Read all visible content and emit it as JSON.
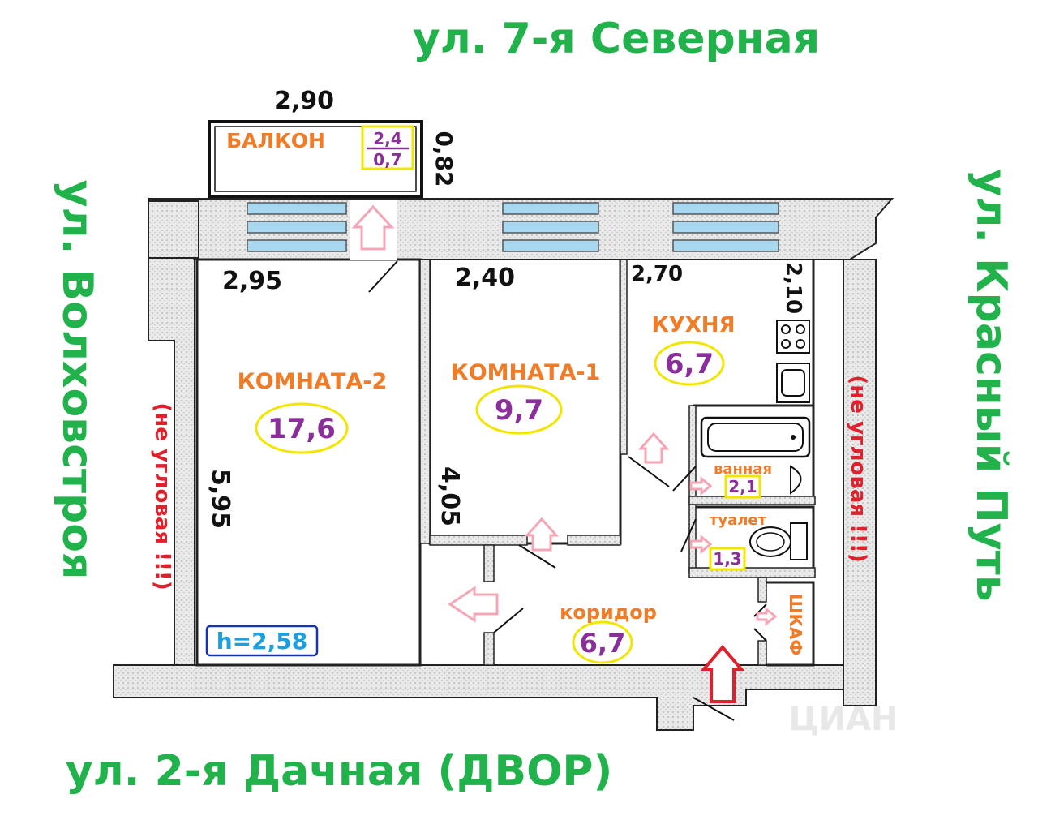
{
  "streets": {
    "top": "ул. 7-я Северная",
    "bottom": "ул. 2-я Дачная (ДВОР)",
    "left": "ул. Волховстроя",
    "right": "ул. Красный  Путь"
  },
  "notes": {
    "left": "(не угловая !!!)",
    "right": "(не угловая !!!)"
  },
  "rooms": {
    "balcony": {
      "label": "БАЛКОН",
      "area_top": "2,4",
      "area_bottom": "0,7"
    },
    "room2": {
      "label": "КОМНАТА-2",
      "area": "17,6"
    },
    "room1": {
      "label": "КОМНАТА-1",
      "area": "9,7"
    },
    "kitchen": {
      "label": "КУХНЯ",
      "area": "6,7"
    },
    "bath": {
      "label": "ванная",
      "area": "2,1"
    },
    "toilet": {
      "label": "туалет",
      "area": "1,3"
    },
    "corridor": {
      "label": "коридор",
      "area": "6,7"
    },
    "closet": {
      "label": "ШКАФ"
    }
  },
  "dimensions": {
    "balcony_width": "2,90",
    "balcony_depth": "0,82",
    "room2_width": "2,95",
    "room2_length": "5,95",
    "room1_width": "2,40",
    "room1_length": "4,05",
    "kitchen_width": "2,70",
    "kitchen_length": "2,10"
  },
  "ceiling_height": "h=2,58",
  "watermark": "ЦИАН",
  "colors": {
    "street": "#22b24c",
    "room_label": "#f07c28",
    "area": "#8a2e9a",
    "area_outline": "#f2e600",
    "note": "#e0202a",
    "height": "#1aa0e0",
    "window": "#a8d8ef",
    "arrow": "#f4a6b6",
    "entrance_arrow": "#e0202a"
  }
}
